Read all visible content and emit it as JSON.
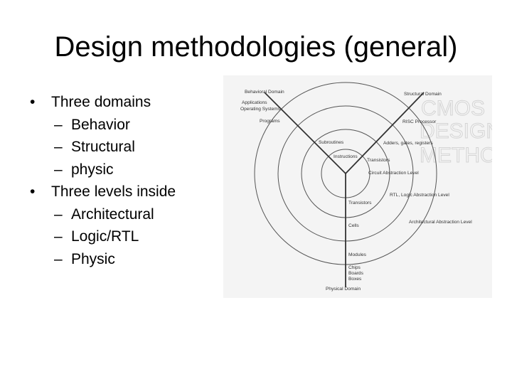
{
  "slide": {
    "title": "Design methodologies (general)",
    "bullets": [
      {
        "level": 1,
        "marker": "•",
        "text": "Three domains"
      },
      {
        "level": 2,
        "marker": "–",
        "text": "Behavior"
      },
      {
        "level": 2,
        "marker": "–",
        "text": "Structural"
      },
      {
        "level": 2,
        "marker": "–",
        "text": "physic"
      },
      {
        "level": 1,
        "marker": "•",
        "text": "Three levels inside"
      },
      {
        "level": 2,
        "marker": "–",
        "text": "Architectural"
      },
      {
        "level": 2,
        "marker": "–",
        "text": "Logic/RTL"
      },
      {
        "level": 2,
        "marker": "–",
        "text": "Physic"
      }
    ]
  },
  "diagram": {
    "domains": {
      "behavioral": "Behavioral Domain",
      "structural": "Structural Domain",
      "physical": "Physical Domain"
    },
    "behavioral_items": [
      "Applications",
      "Operating Systems",
      "Programs",
      "Subroutines",
      "Instructions"
    ],
    "structural_items": [
      "RISC Processor",
      "Adders, gates, registers",
      "Transistors"
    ],
    "physical_items": [
      "Transistors",
      "Cells",
      "Modules",
      "Chips",
      "Boards",
      "Boxes"
    ],
    "levels": {
      "circuit": "Circuit Abstraction Level",
      "rtl": "RTL, Logic Abstraction Level",
      "architectural": "Architectural Abstraction Level"
    },
    "watermark": [
      "CMOS",
      "DESIGN",
      "METHOD"
    ]
  }
}
